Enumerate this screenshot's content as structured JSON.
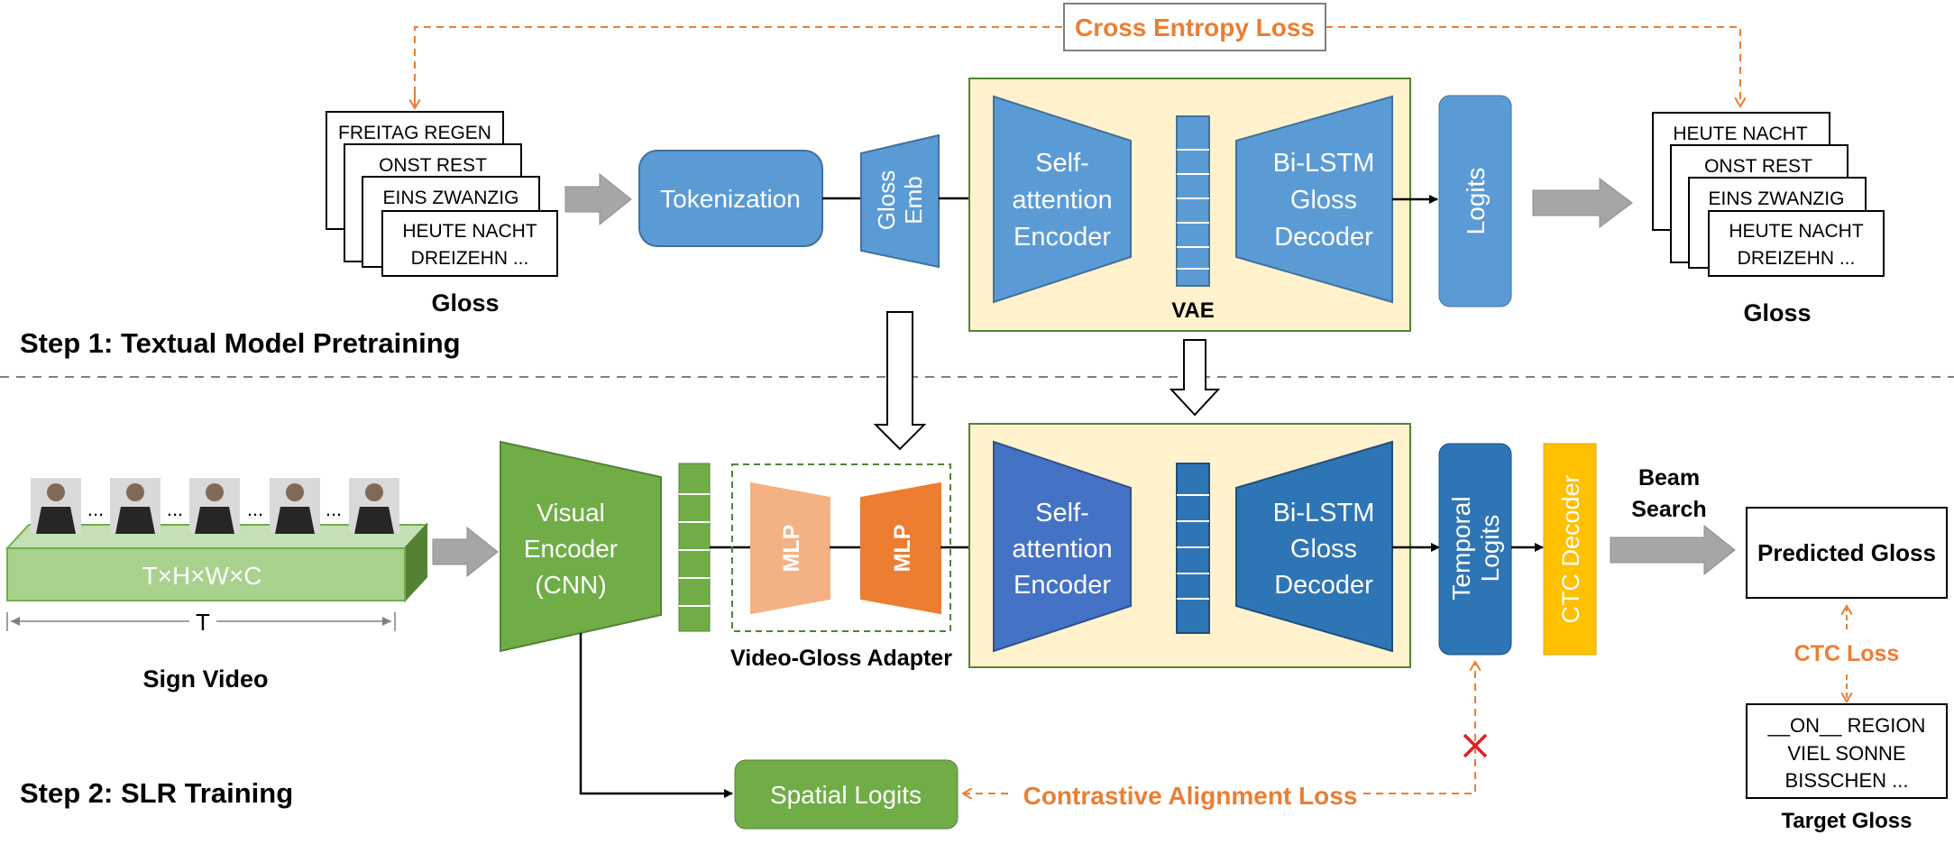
{
  "step1": {
    "title": "Step 1: Textual Model Pretraining"
  },
  "step2": {
    "title": "Step 2: SLR Training"
  },
  "losses": {
    "cross_entropy": "Cross Entropy Loss",
    "ctc": "CTC Loss",
    "contrastive": "Contrastive Alignment Loss"
  },
  "input_gloss": {
    "cards": [
      "FREITAG REGEN",
      "ONST REST",
      "EINS ZWANZIG",
      "HEUTE NACHT",
      "DREIZEHN ..."
    ],
    "caption": "Gloss"
  },
  "output_gloss": {
    "cards": [
      "HEUTE NACHT",
      "ONST REST",
      "EINS ZWANZIG",
      "HEUTE NACHT",
      "DREIZEHN ..."
    ],
    "caption": "Gloss"
  },
  "blocks": {
    "tokenization": "Tokenization",
    "gloss_emb": [
      "Gloss",
      "Emb"
    ],
    "encoder": [
      "Self-",
      "attention",
      "Encoder"
    ],
    "decoder": [
      "Bi-LSTM",
      "Gloss",
      "Decoder"
    ],
    "vae": "VAE",
    "logits": "Logits",
    "visual_encoder": [
      "Visual",
      "Encoder",
      "(CNN)"
    ],
    "mlp": "MLP",
    "adapter": "Video-Gloss Adapter",
    "temporal_logits": [
      "Temporal",
      "Logits"
    ],
    "ctc_decoder": "CTC Decoder",
    "beam_search": [
      "Beam",
      "Search"
    ],
    "predicted_gloss": "Predicted Gloss",
    "spatial_logits": "Spatial Logits"
  },
  "video": {
    "dims": "T×H×W×C",
    "t_label": "T",
    "caption": "Sign Video",
    "ellipsis": "..."
  },
  "target_gloss": {
    "lines": [
      "__ON__ REGION",
      "VIEL SONNE",
      "BISSCHEN ..."
    ],
    "caption": "Target Gloss"
  },
  "colors": {
    "blue": "#5b9bd5",
    "dark_blue": "#2e75b6",
    "indigo": "#4472c4",
    "green": "#70ad47",
    "orange": "#ed7d31",
    "light_orange": "#f4b183",
    "yellow": "#ffc000",
    "cream": "#fff2cc",
    "gray": "#a6a6a6",
    "red": "#e02020"
  }
}
